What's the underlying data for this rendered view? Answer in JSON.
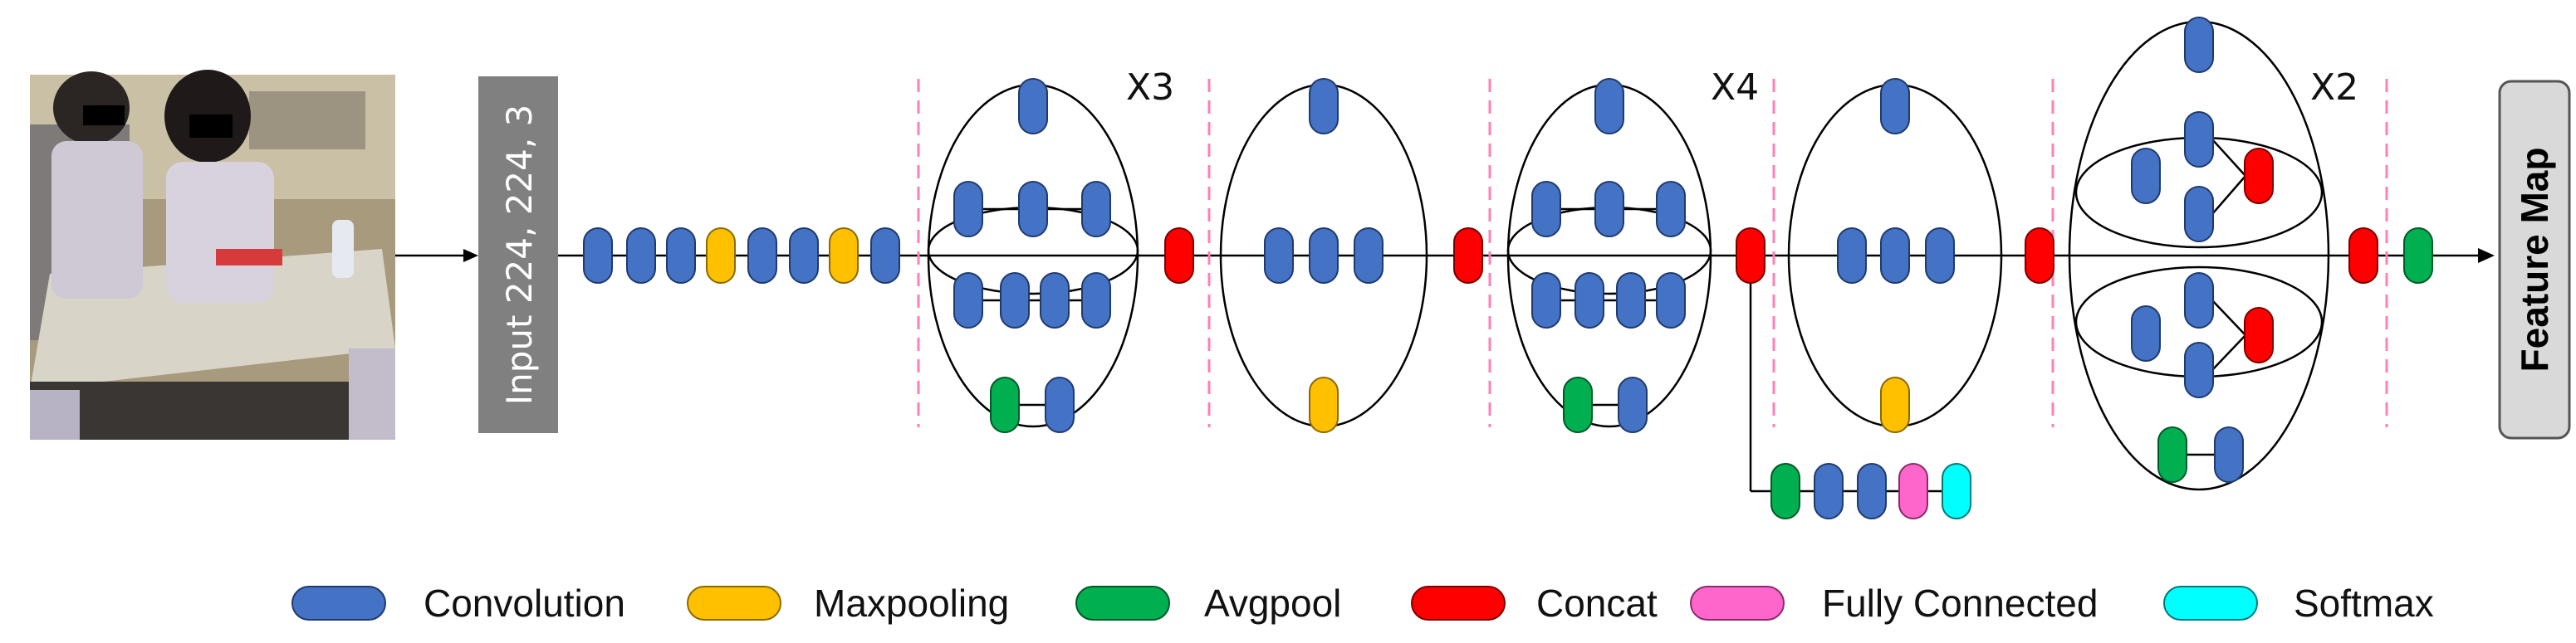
{
  "input_block": {
    "label": "Input 224, 224, 3",
    "fill": "#808080"
  },
  "output_block": {
    "label": "Feature Map",
    "fill": "#d9d9d9"
  },
  "multipliers": [
    "X3",
    "X4",
    "X2"
  ],
  "colors": {
    "convolution": "#4472c4",
    "maxpooling": "#ffc000",
    "avgpool": "#00b050",
    "concat": "#ff0000",
    "fully_connected": "#ff66cc",
    "softmax": "#00ffff",
    "divider": "#ff7fb7",
    "line": "#000000"
  },
  "legend": [
    {
      "key": "convolution",
      "label": "Convolution",
      "icon": "blue-pill-icon"
    },
    {
      "key": "maxpooling",
      "label": "Maxpooling",
      "icon": "yellow-pill-icon"
    },
    {
      "key": "avgpool",
      "label": "Avgpool",
      "icon": "green-pill-icon"
    },
    {
      "key": "concat",
      "label": "Concat",
      "icon": "red-pill-icon"
    },
    {
      "key": "fully_connected",
      "label": "Fully Connected",
      "icon": "pink-pill-icon"
    },
    {
      "key": "softmax",
      "label": "Softmax",
      "icon": "cyan-pill-icon"
    }
  ],
  "photo": {
    "icon": "classroom-photo-icon"
  }
}
